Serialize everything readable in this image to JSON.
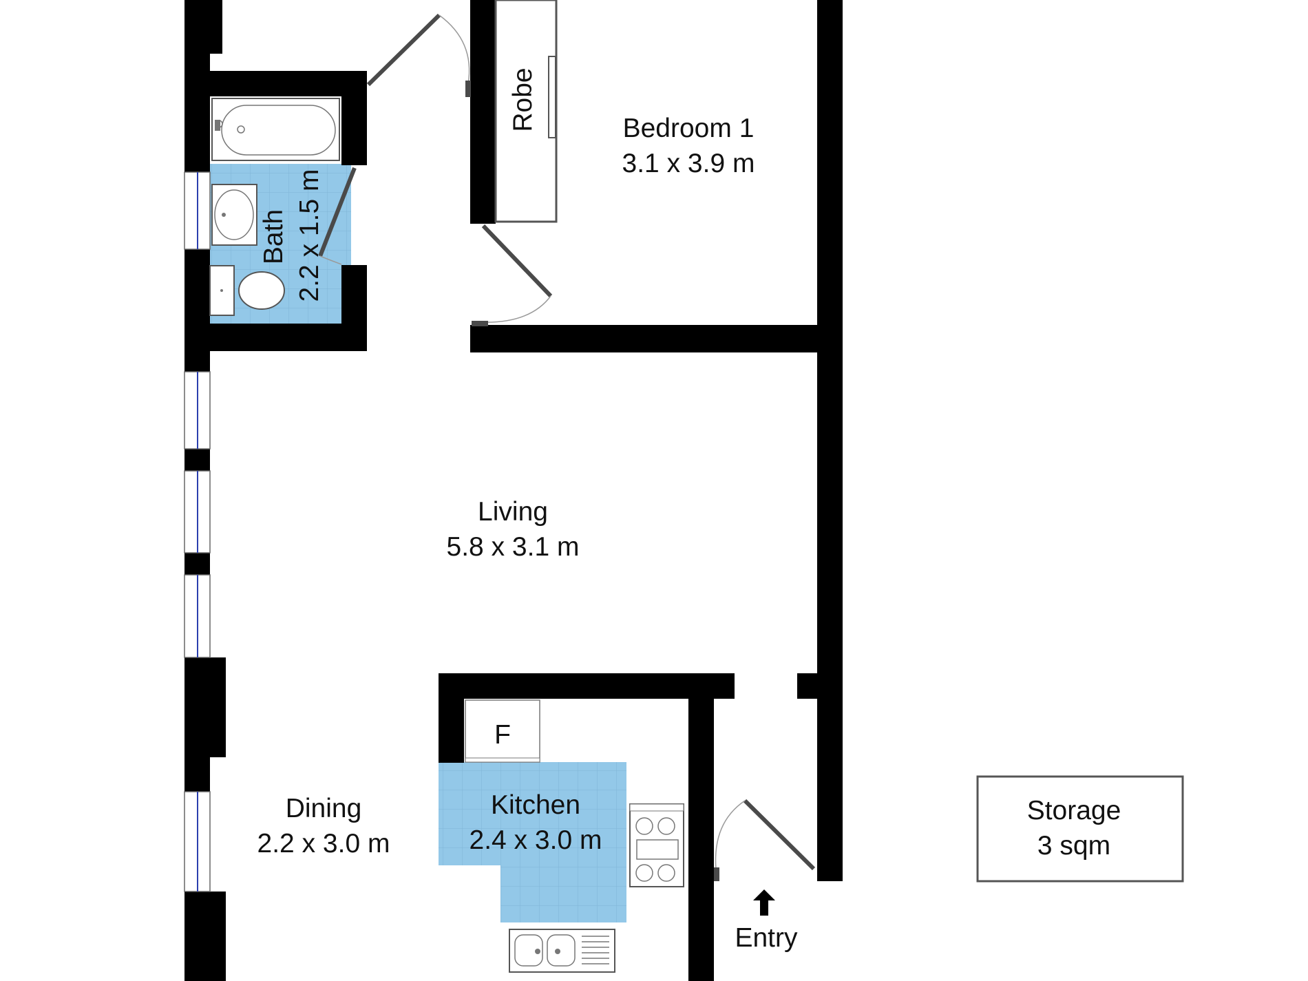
{
  "rooms": {
    "bedroom1": {
      "name": "Bedroom 1",
      "size": "3.1 x 3.9 m"
    },
    "robe": {
      "name": "Robe"
    },
    "bath": {
      "name": "Bath",
      "size": "2.2 x 1.5 m"
    },
    "living": {
      "name": "Living",
      "size": "5.8 x 3.1 m"
    },
    "dining": {
      "name": "Dining",
      "size": "2.2 x 3.0 m"
    },
    "kitchen": {
      "name": "Kitchen",
      "size": "2.4 x 3.0 m"
    },
    "fridge": {
      "label": "F"
    },
    "storage": {
      "name": "Storage",
      "size": "3 sqm"
    }
  },
  "entry": {
    "label": "Entry"
  },
  "colors": {
    "wall": "#000000",
    "tile": "#93c8e8",
    "tile_grid": "#7fb4d6",
    "door": "#4a4a4a",
    "window_line": "#2b3fae"
  }
}
